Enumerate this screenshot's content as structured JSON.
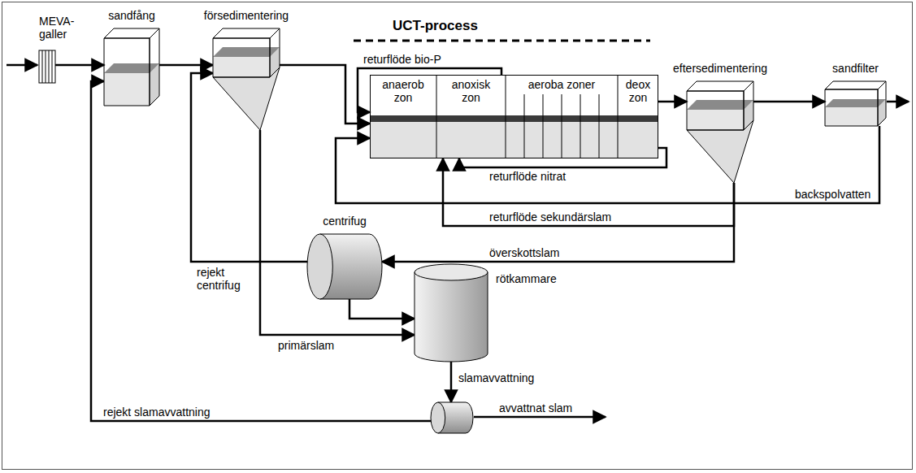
{
  "diagram": {
    "nodes": [
      {
        "text": [
          "MEVA- galler"
        ]
      },
      {
        "text": [
          "sandfång"
        ]
      },
      {
        "text": [
          "försedimentering"
        ]
      },
      {
        "text": [
          "UCT-process"
        ]
      },
      {
        "text": [
          "anaerob zon"
        ],
        "in": 3
      },
      {
        "text": [
          "anoxisk zon"
        ],
        "in": 3
      },
      {
        "text": [
          "aeroba zoner"
        ],
        "in": 3
      },
      {
        "text": [
          "deox zon"
        ],
        "in": 3
      },
      {
        "text": [
          "eftersedimentering"
        ]
      },
      {
        "text": [
          "sandfilter"
        ]
      },
      {
        "text": [
          "centrifug"
        ]
      },
      {
        "text": [
          "rötkammare"
        ]
      },
      {
        "text": [
          "slamavvattning"
        ]
      }
    ],
    "edges": [
      {
        "from": 0,
        "to": 1,
        "arrow": "to"
      },
      {
        "from": 1,
        "to": 2,
        "arrow": "to"
      },
      {
        "from": 2,
        "to": 4,
        "arrow": "to"
      },
      {
        "from": 5,
        "to": 4,
        "label": "returflöde bio-P",
        "arrow": "to"
      },
      {
        "from": 7,
        "to": 8,
        "arrow": "to"
      },
      {
        "from": 8,
        "to": 9,
        "arrow": "to"
      },
      {
        "from": 7,
        "to": 5,
        "label": "returflöde nitrat",
        "arrow": "to"
      },
      {
        "from": 8,
        "to": 5,
        "label": "returflöde sekundärslam",
        "arrow": "to"
      },
      {
        "from": 9,
        "to": 4,
        "label": "backspolvatten",
        "arrow": "to"
      },
      {
        "from": 8,
        "to": 10,
        "label": "överskottslam",
        "arrow": "to"
      },
      {
        "from": 10,
        "to": 2,
        "label": "rejekt centrifug",
        "arrow": "to"
      },
      {
        "from": 10,
        "to": 11,
        "arrow": "to"
      },
      {
        "from": 2,
        "to": 11,
        "label": "primärslam",
        "arrow": "to"
      },
      {
        "from": 11,
        "to": 12,
        "arrow": "to"
      },
      {
        "from": 12,
        "to": 1,
        "label": "rejekt slamavvattning",
        "arrow": "to"
      }
    ],
    "labels": [
      "avvattnat slam"
    ]
  }
}
